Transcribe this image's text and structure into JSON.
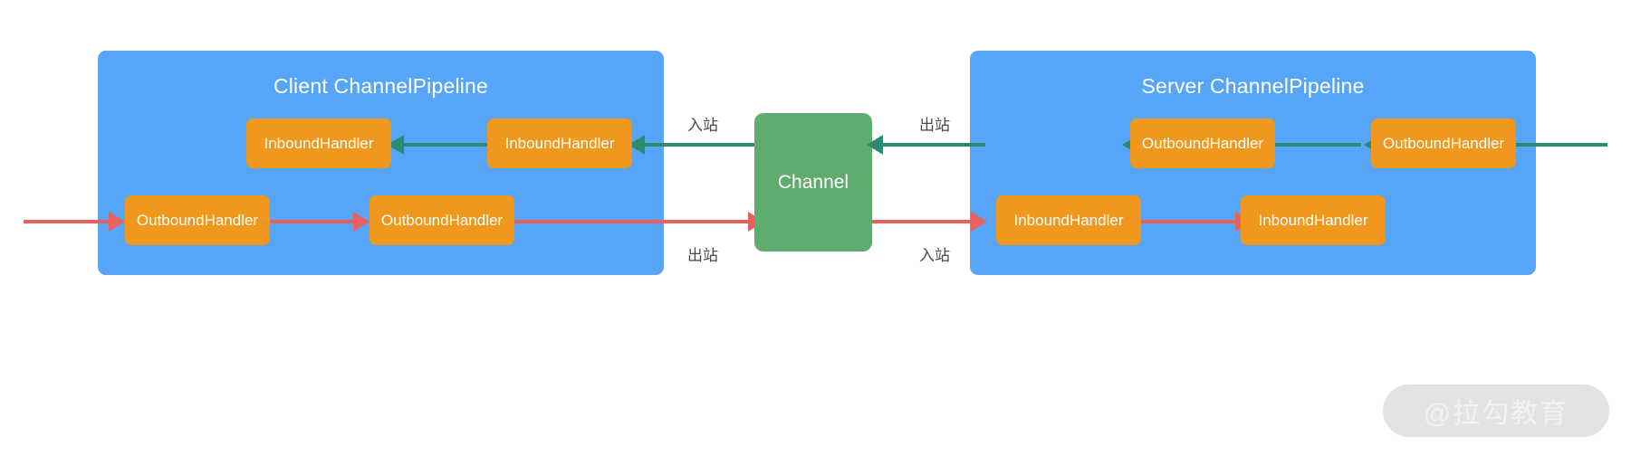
{
  "diagram": {
    "title": "Netty ChannelPipeline inbound/outbound flow",
    "colors": {
      "panel_blue": "#56a5f8",
      "handler_orange": "#f0971e",
      "channel_green": "#60ac6f",
      "inbound_arrow_teal": "#2e8b72",
      "outbound_arrow_red": "#e8615e",
      "label_gray": "#4a4a4a",
      "background": "#ffffff",
      "watermark_pill": "#e3e3e3",
      "watermark_text": "#f2f2f2"
    },
    "client_panel": {
      "title": "Client ChannelPipeline",
      "inbound_row": [
        {
          "label": "InboundHandler"
        },
        {
          "label": "InboundHandler"
        }
      ],
      "outbound_row": [
        {
          "label": "OutboundHandler"
        },
        {
          "label": "OutboundHandler"
        }
      ]
    },
    "channel": {
      "label": "Channel"
    },
    "server_panel": {
      "title": "Server ChannelPipeline",
      "outbound_row": [
        {
          "label": "OutboundHandler"
        },
        {
          "label": "OutboundHandler"
        }
      ],
      "inbound_row": [
        {
          "label": "InboundHandler"
        },
        {
          "label": "InboundHandler"
        }
      ]
    },
    "flow_labels": {
      "client_top": "入站",
      "client_bottom": "出站",
      "server_top": "出站",
      "server_bottom": "入站"
    },
    "watermark": {
      "text": "@拉勾教育"
    }
  }
}
